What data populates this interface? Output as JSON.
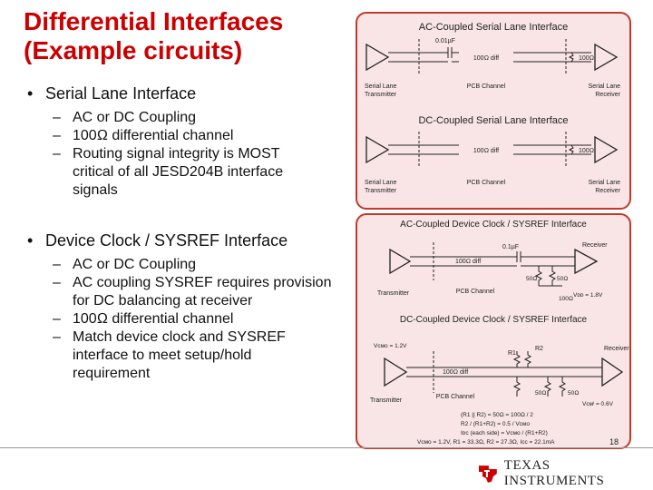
{
  "slide": {
    "title_line1": "Differential Interfaces",
    "title_line2": "(Example circuits)",
    "page_number": "18",
    "brand": {
      "name": "TEXAS INSTRUMENTS",
      "color": "#cc0000"
    }
  },
  "bullets": [
    {
      "text": "Serial Lane Interface",
      "subs": [
        "AC or DC Coupling",
        "100Ω differential channel",
        "Routing signal integrity is MOST critical of all JESD204B interface signals"
      ]
    },
    {
      "text": "Device Clock / SYSREF Interface",
      "subs": [
        "AC or DC Coupling",
        "AC coupling SYSREF requires provision for DC balancing at receiver",
        "100Ω differential channel",
        "Match device clock and SYSREF interface to meet setup/hold requirement"
      ]
    }
  ],
  "markers": {
    "bullet": "•",
    "dash": "–"
  },
  "top_panel": {
    "ac_title": "AC-Coupled Serial Lane Interface",
    "cap_label": "0.01µF",
    "diff_label": "100Ω diff",
    "term_label": "100Ω",
    "tx_label_1": "Serial Lane",
    "tx_label_2": "Transmitter",
    "channel_label": "PCB Channel",
    "rx_label_1": "Serial Lane",
    "rx_label_2": "Receiver",
    "dc_title": "DC-Coupled Serial Lane Interface"
  },
  "bottom_panel": {
    "ac_title": "AC-Coupled Device Clock / SYSREF Interface",
    "receiver": "Receiver",
    "cap_label": "0.1µF",
    "diff_label": "100Ω diff",
    "r50a": "50Ω",
    "r50b": "50Ω",
    "transmitter": "Transmitter",
    "channel": "PCB Channel",
    "r100": "100Ω",
    "vdd": "Vᴅᴅ = 1.8V",
    "dc_title": "DC-Coupled Device Clock / SYSREF Interface",
    "vcmo": "Vᴄᴍᴏ = 1.2V",
    "r1": "R1",
    "r2": "R2",
    "term50a": "50Ω",
    "term50b": "50Ω",
    "vcmi": "Vᴄᴍᴵ = 0.6V",
    "eq1": "(R1 || R2) = 50Ω = 100Ω / 2",
    "eq2": "R2 / (R1+R2) = 0.5 / Vᴄᴍᴏ",
    "eq3": "Iᴅᴄ (each side) = Vᴄᴍᴏ / (R1+R2)",
    "eq4": "Vᴄᴍᴏ = 1.2V, R1 = 33.3Ω, R2 = 27.3Ω, Iᴄᴄ = 22.1mA"
  }
}
